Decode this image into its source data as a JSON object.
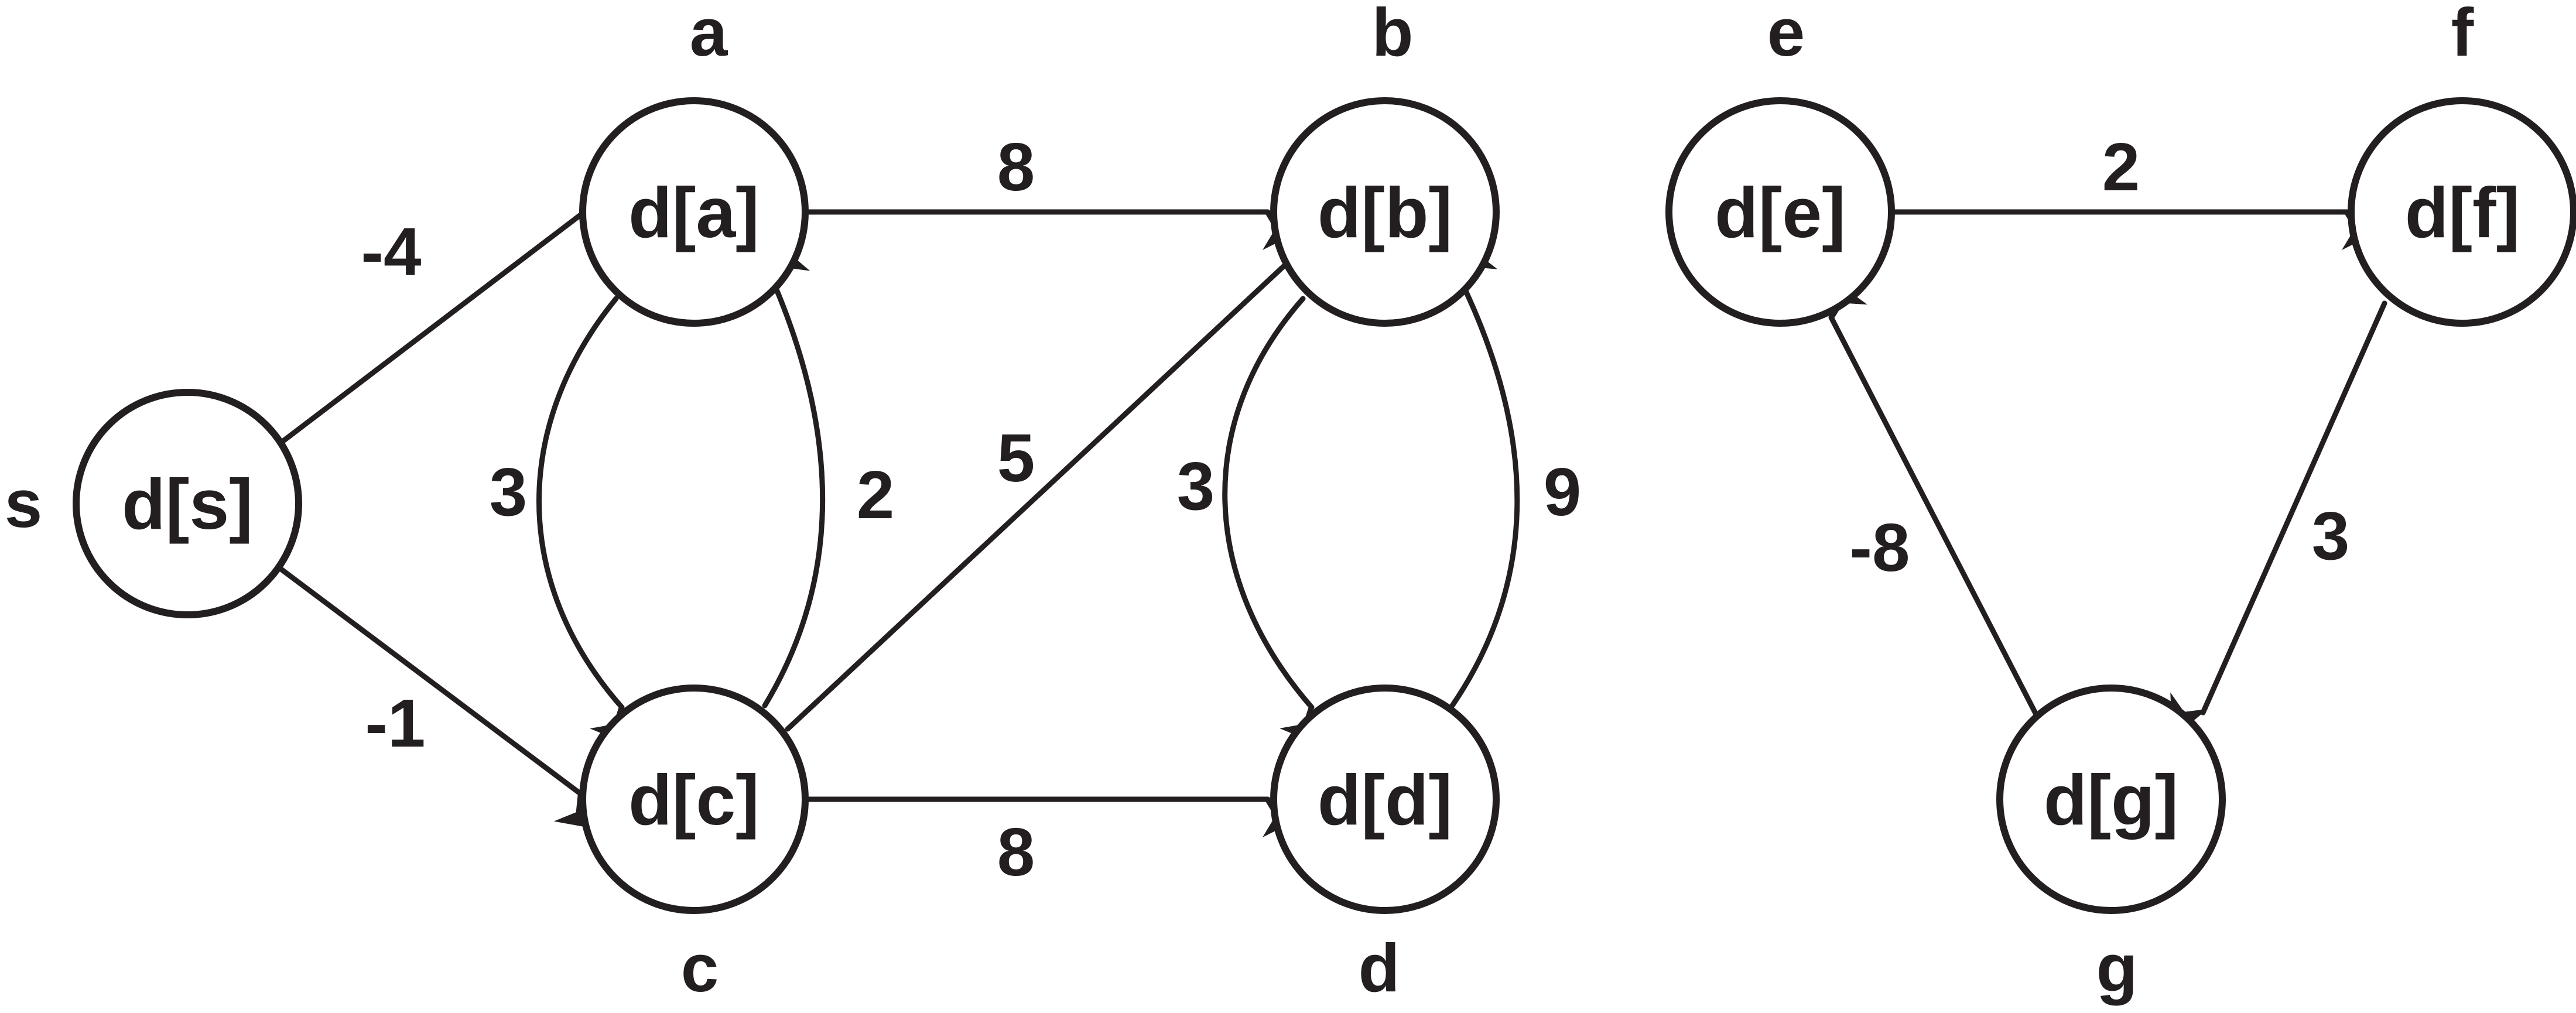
{
  "colors": {
    "stroke": "#231f20",
    "background": "#ffffff"
  },
  "nodes": {
    "s": {
      "name": "s",
      "value": "d[s]"
    },
    "a": {
      "name": "a",
      "value": "d[a]"
    },
    "b": {
      "name": "b",
      "value": "d[b]"
    },
    "c": {
      "name": "c",
      "value": "d[c]"
    },
    "d": {
      "name": "d",
      "value": "d[d]"
    },
    "e": {
      "name": "e",
      "value": "d[e]"
    },
    "f": {
      "name": "f",
      "value": "d[f]"
    },
    "g": {
      "name": "g",
      "value": "d[g]"
    }
  },
  "edges": {
    "s_a": {
      "from": "s",
      "to": "a",
      "weight": "-4"
    },
    "s_c": {
      "from": "s",
      "to": "c",
      "weight": "-1"
    },
    "a_b": {
      "from": "a",
      "to": "b",
      "weight": "8"
    },
    "a_c": {
      "from": "a",
      "to": "c",
      "weight": "3"
    },
    "c_a": {
      "from": "c",
      "to": "a",
      "weight": "2"
    },
    "c_b": {
      "from": "c",
      "to": "b",
      "weight": "5"
    },
    "c_d": {
      "from": "c",
      "to": "d",
      "weight": "8"
    },
    "b_d": {
      "from": "b",
      "to": "d",
      "weight": "3"
    },
    "d_b": {
      "from": "d",
      "to": "b",
      "weight": "9"
    },
    "e_f": {
      "from": "e",
      "to": "f",
      "weight": "2"
    },
    "f_g": {
      "from": "f",
      "to": "g",
      "weight": "3"
    },
    "g_e": {
      "from": "g",
      "to": "e",
      "weight": "-8"
    }
  }
}
